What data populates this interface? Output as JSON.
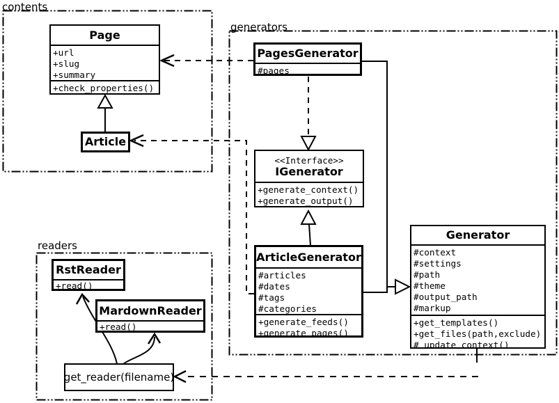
{
  "colors": {
    "background": "#ffffff",
    "stroke": "#000000",
    "text": "#000000",
    "box_fill": "#ffffff"
  },
  "packages": {
    "contents": {
      "label": "contents"
    },
    "generators": {
      "label": "generators"
    },
    "readers": {
      "label": "readers"
    }
  },
  "classes": {
    "page": {
      "name": "Page",
      "attributes": [
        "+url",
        "+slug",
        "+summary"
      ],
      "methods": [
        "+check_properties()"
      ]
    },
    "article": {
      "name": "Article"
    },
    "pages_generator": {
      "name": "PagesGenerator",
      "attributes": [
        "#pages"
      ]
    },
    "igenerator": {
      "stereotype": "<<Interface>>",
      "name": "IGenerator",
      "methods": [
        "+generate_context()",
        "+generate_output()"
      ]
    },
    "article_generator": {
      "name": "ArticleGenerator",
      "attributes": [
        "#articles",
        "#dates",
        "#tags",
        "#categories"
      ],
      "methods": [
        "+generate_feeds()",
        "+generate_pages()"
      ]
    },
    "generator": {
      "name": "Generator",
      "attributes": [
        "#context",
        "#settings",
        "#path",
        "#theme",
        "#output_path",
        "#markup"
      ],
      "methods": [
        "+get_templates()",
        "+get_files(path,exclude)",
        "#_update_context()"
      ]
    },
    "rst_reader": {
      "name": "RstReader",
      "methods": [
        "+read()"
      ]
    },
    "mardown_reader": {
      "name": "MardownReader",
      "methods": [
        "+read()"
      ]
    },
    "get_reader": {
      "label": "get_reader(filename)"
    }
  }
}
